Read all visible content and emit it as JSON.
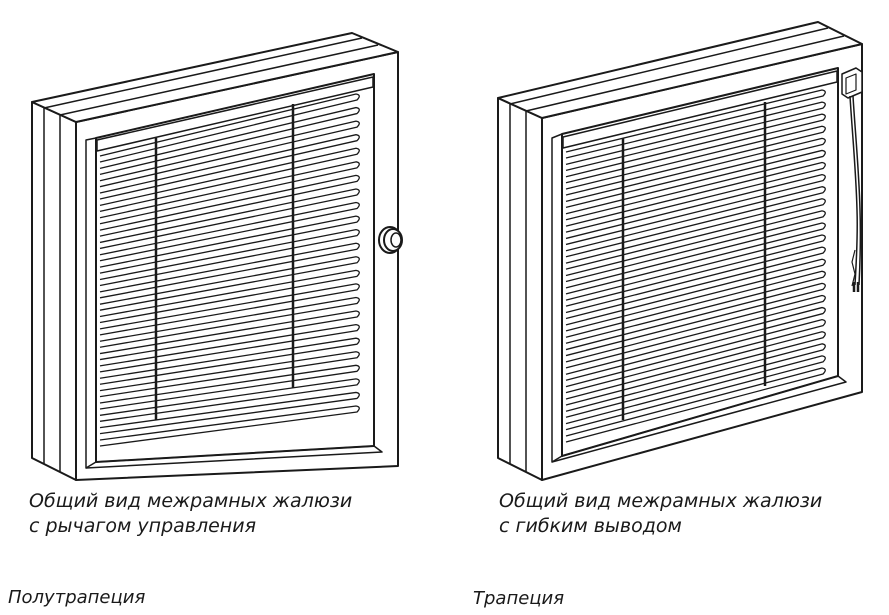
{
  "figures": [
    {
      "caption_line1": "Общий вид межрамных жалюзи",
      "caption_line2": "с рычагом управления",
      "type_label": "Полутрапеция",
      "control": "lever-knob"
    },
    {
      "caption_line1": "Общий вид межрамных жалюзи",
      "caption_line2": "с гибким выводом",
      "type_label": "Трапеция",
      "control": "flexible-cord"
    }
  ],
  "colors": {
    "line": "#1a1a1a",
    "background": "#ffffff"
  }
}
